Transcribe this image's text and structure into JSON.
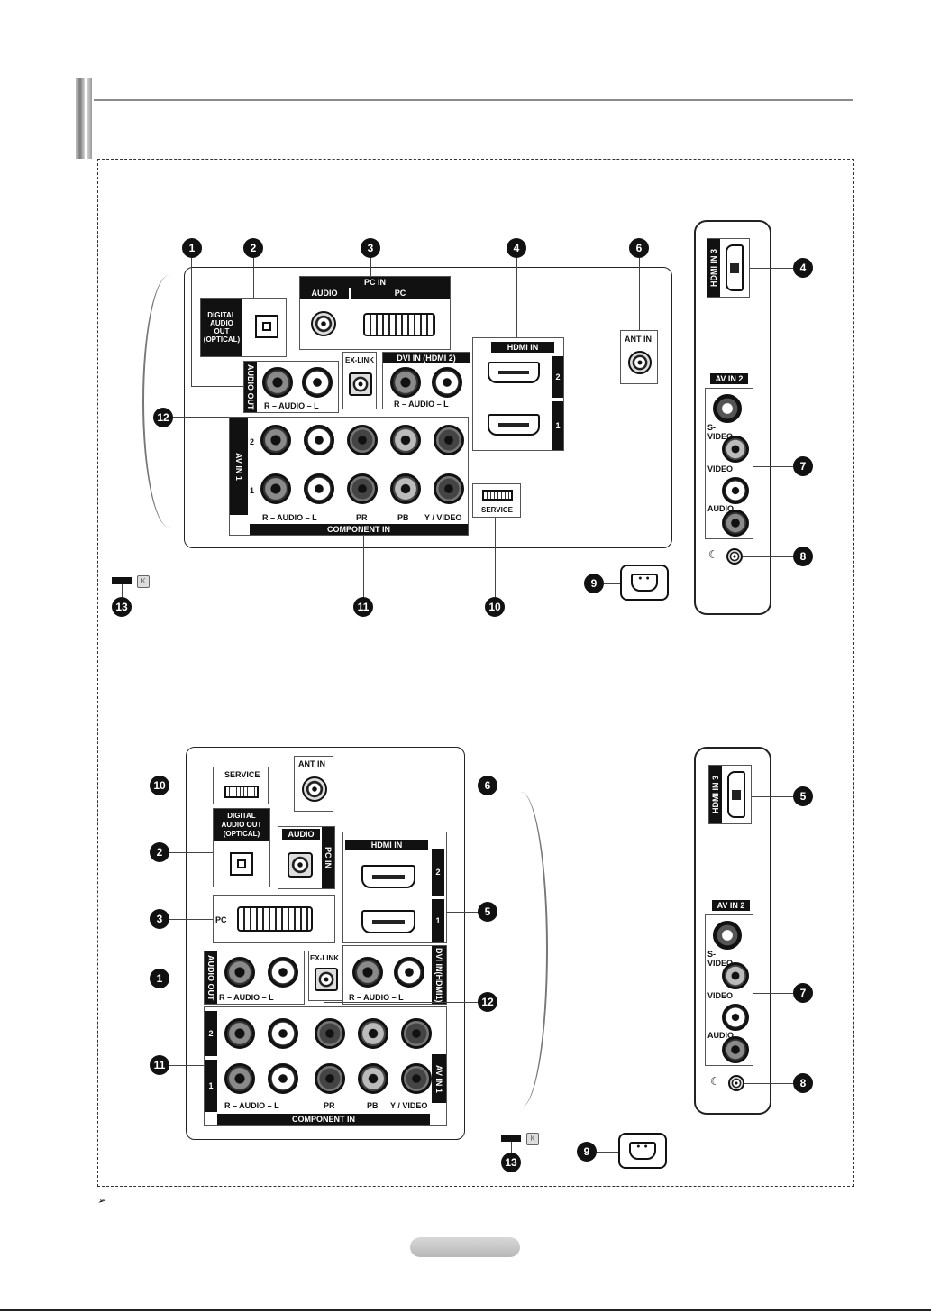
{
  "top": {
    "digital_audio_out": "DIGITAL\nAUDIO\nOUT\n(OPTICAL)",
    "pc_in": "PC IN",
    "audio": "AUDIO",
    "pc": "PC",
    "hdmi_in": "HDMI IN",
    "ant_in": "ANT IN",
    "audio_out": "AUDIO OUT",
    "ex_link": "EX-LINK",
    "dvi_in": "DVI IN (HDMI 2)",
    "audio_rl": "R – AUDIO – L",
    "av_in_1": "AV IN 1",
    "av_row_2": "2",
    "av_row_1": "1",
    "hdmi_port_2": "2",
    "hdmi_port_1": "1",
    "service": "SERVICE",
    "component_in": "COMPONENT IN",
    "comp_audio": "R – AUDIO – L",
    "comp_pr": "PR",
    "comp_pb": "PB",
    "comp_y": "Y / VIDEO",
    "side_hdmi_in_3": "HDMI IN 3",
    "side_av_in_2": "AV IN 2",
    "side_svideo": "S-\nVIDEO",
    "side_video": "VIDEO",
    "side_audio": "AUDIO",
    "callouts": [
      "1",
      "2",
      "3",
      "4",
      "6",
      "4",
      "12",
      "7",
      "8",
      "13",
      "11",
      "10",
      "9"
    ]
  },
  "bottom": {
    "service": "SERVICE",
    "ant_in": "ANT IN",
    "digital_audio_out": "DIGITAL\nAUDIO OUT\n(OPTICAL)",
    "audio": "AUDIO",
    "pc_in": "PC IN",
    "pc": "PC",
    "hdmi_in": "HDMI IN",
    "hdmi_port_2": "2",
    "hdmi_port_1": "1",
    "dvi_in": "DVI IN(HDMI1)",
    "audio_out": "AUDIO OUT",
    "ex_link": "EX-LINK",
    "audio_rl": "R  –  AUDIO  –  L",
    "av_row_2": "2",
    "av_row_1": "1",
    "av_in_1": "AV IN 1",
    "comp_audio": "R – AUDIO – L",
    "comp_pr": "PR",
    "comp_pb": "PB",
    "comp_y": "Y / VIDEO",
    "component_in": "COMPONENT IN",
    "side_hdmi_in_3": "HDMI IN 3",
    "side_av_in_2": "AV IN 2",
    "side_svideo": "S-\nVIDEO",
    "side_video": "VIDEO",
    "side_audio": "AUDIO",
    "callouts": [
      "10",
      "6",
      "2",
      "3",
      "5",
      "1",
      "12",
      "11",
      "5",
      "7",
      "8",
      "13",
      "9"
    ]
  },
  "footnote_symbol": "➢"
}
